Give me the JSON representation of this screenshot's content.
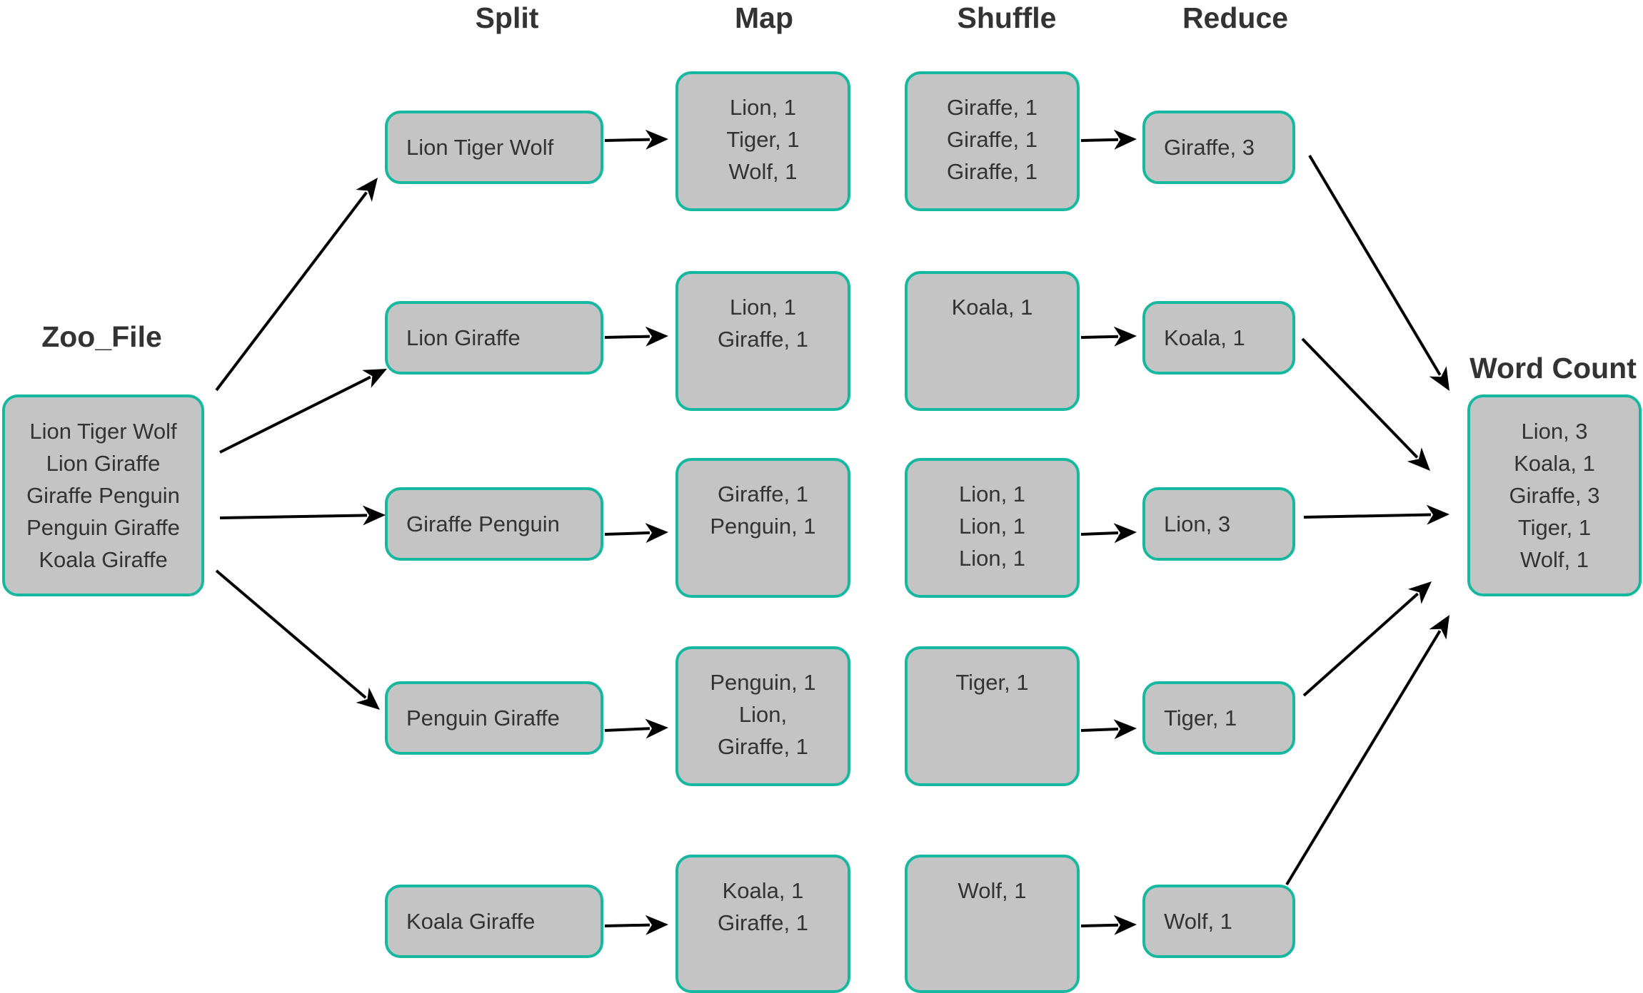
{
  "headers": {
    "split": "Split",
    "map": "Map",
    "shuffle": "Shuffle",
    "reduce": "Reduce",
    "zoo_file": "Zoo_File",
    "word_count": "Word Count"
  },
  "zoo_file": [
    "Lion Tiger Wolf",
    "Lion Giraffe",
    "Giraffe Penguin",
    "Penguin Giraffe",
    "Koala Giraffe"
  ],
  "split": [
    "Lion Tiger Wolf",
    "Lion Giraffe",
    "Giraffe Penguin",
    "Penguin Giraffe",
    "Koala Giraffe"
  ],
  "map": [
    [
      "Lion, 1",
      "Tiger, 1",
      "Wolf, 1"
    ],
    [
      "Lion, 1",
      "Giraffe, 1"
    ],
    [
      "Giraffe, 1",
      "Penguin, 1"
    ],
    [
      "Penguin, 1",
      "Lion,",
      "Giraffe, 1"
    ],
    [
      "Koala, 1",
      "Giraffe, 1"
    ]
  ],
  "shuffle": [
    [
      "Giraffe, 1",
      "Giraffe, 1",
      "Giraffe, 1"
    ],
    [
      "Koala, 1"
    ],
    [
      "Lion, 1",
      "Lion, 1",
      "Lion, 1"
    ],
    [
      "Tiger, 1"
    ],
    [
      "Wolf, 1"
    ]
  ],
  "reduce": [
    "Giraffe, 3",
    "Koala, 1",
    "Lion, 3",
    "Tiger, 1",
    "Wolf, 1"
  ],
  "word_count": [
    "Lion, 3",
    "Koala, 1",
    "Giraffe, 3",
    "Tiger, 1",
    "Wolf, 1"
  ],
  "colors": {
    "box_fill": "#c4c4c4",
    "box_border": "#16b8a0",
    "text": "#333333",
    "arrow": "#000000"
  }
}
